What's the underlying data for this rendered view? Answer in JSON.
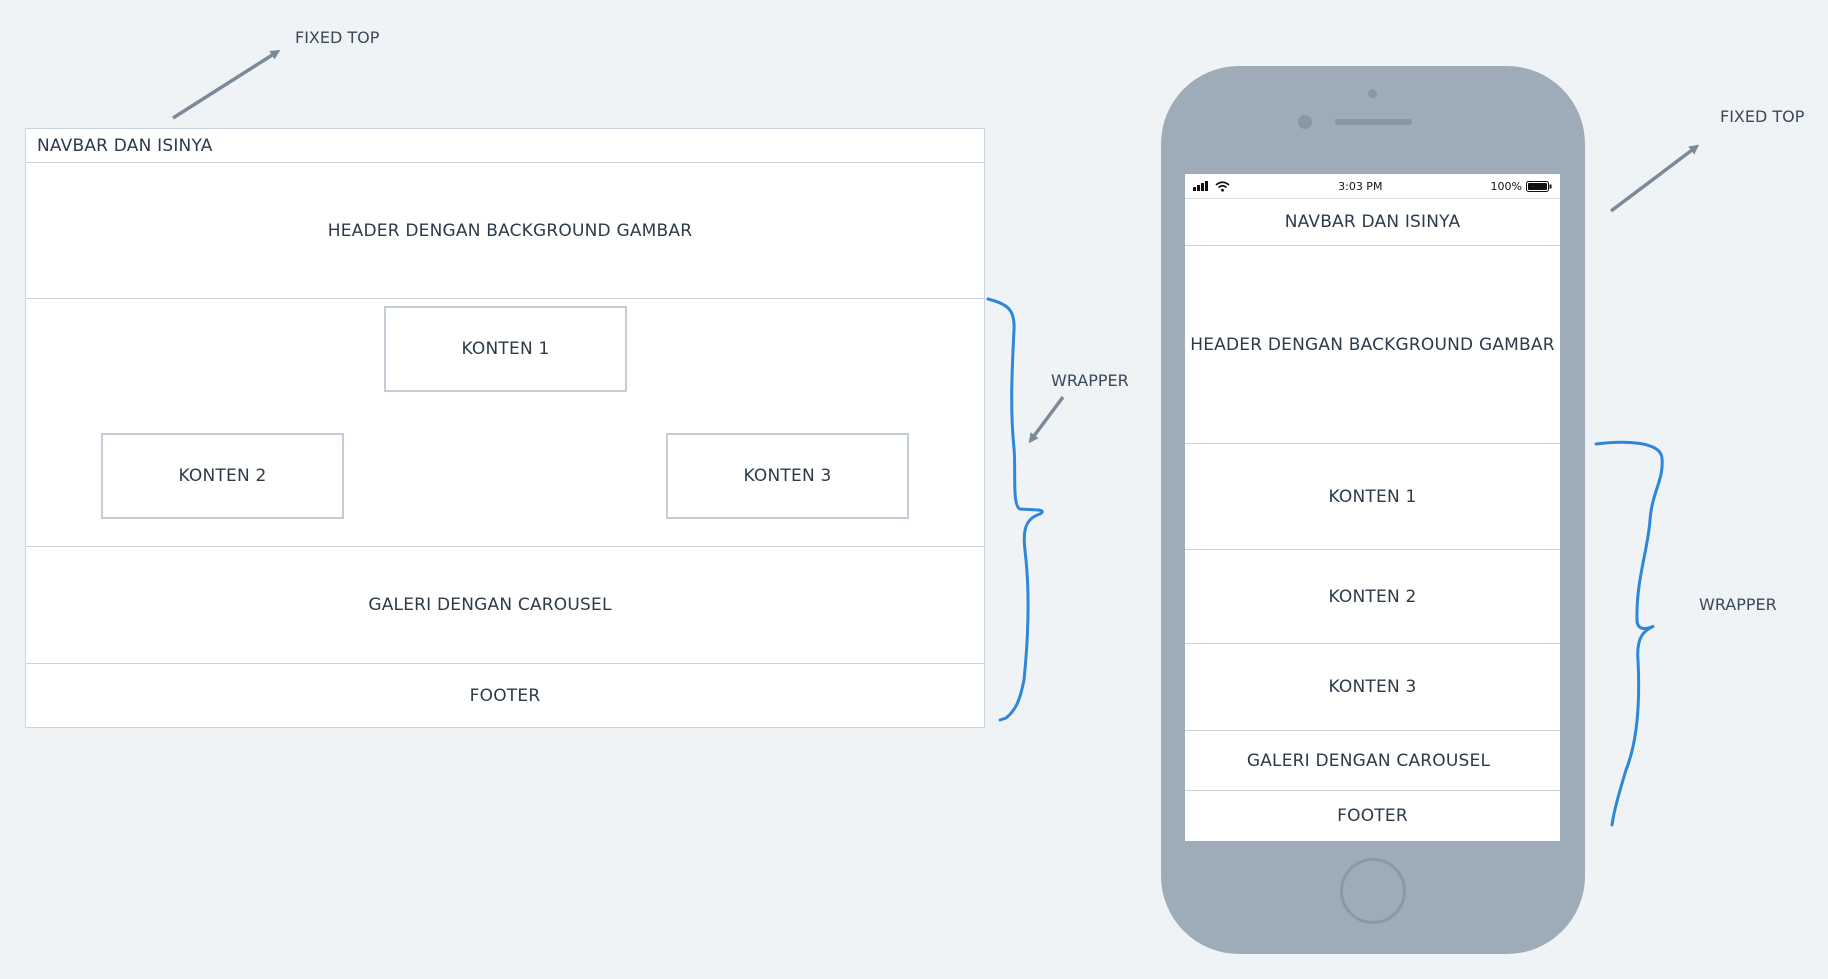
{
  "colors": {
    "background": "#eff3f6",
    "wireframe_border": "#c8d3dd",
    "phone_body": "#9eacb9",
    "arrow": "#7b8a98",
    "bracket": "#2d87d9"
  },
  "icons": [
    "arrow-icon",
    "signal-icon",
    "wifi-icon",
    "battery-icon",
    "home-button-icon",
    "camera-icon",
    "speaker-icon"
  ],
  "desktop": {
    "navbar": "NAVBAR DAN ISINYA",
    "header": "HEADER DENGAN BACKGROUND GAMBAR",
    "konten1": "KONTEN 1",
    "konten2": "KONTEN 2",
    "konten3": "KONTEN 3",
    "galeri": "GALERI DENGAN CAROUSEL",
    "footer": "FOOTER",
    "fixed_top_note": "FIXED TOP",
    "wrapper_note": "WRAPPER"
  },
  "mobile": {
    "status_time": "3:03 PM",
    "status_battery": "100%",
    "navbar": "NAVBAR DAN ISINYA",
    "header": "HEADER DENGAN BACKGROUND GAMBAR",
    "konten1": "KONTEN 1",
    "konten2": "KONTEN 2",
    "konten3": "KONTEN 3",
    "galeri": "GALERI DENGAN CAROUSEL",
    "footer": "FOOTER",
    "fixed_top_note": "FIXED TOP",
    "wrapper_note": "WRAPPER"
  }
}
